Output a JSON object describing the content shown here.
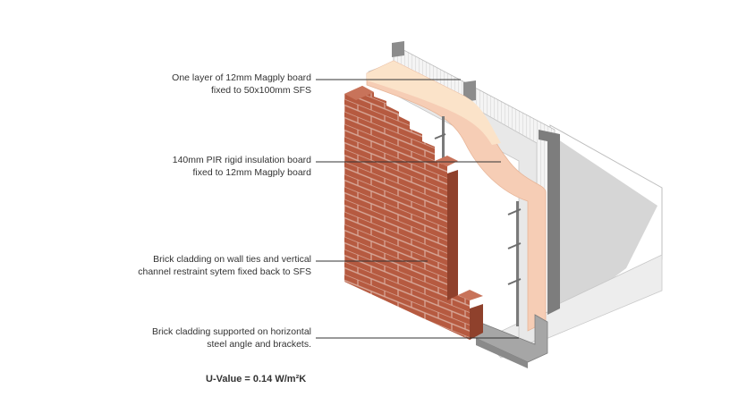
{
  "labels": [
    {
      "line1": "One layer of 12mm Magply board",
      "line2": "fixed to 50x100mm SFS"
    },
    {
      "line1": "140mm PIR rigid insulation board",
      "line2": "fixed to 12mm Magply board"
    },
    {
      "line1": "Brick cladding on wall ties and vertical",
      "line2": "channel restraint sytem fixed back to SFS"
    },
    {
      "line1": "Brick cladding supported on horizontal",
      "line2": "steel angle and brackets."
    }
  ],
  "u_value": "U-Value = 0.14 W/m²K",
  "colors": {
    "brick": "#b65a40",
    "brick_dark": "#8f412c",
    "mortar": "#d9a99a",
    "insulation": "#f6cdb5",
    "insulation_top": "#fbe3c9",
    "board": "#e6e6e6",
    "steel": "#9a9a9a",
    "shadow": "#d9d9d9",
    "leader": "#333333"
  }
}
